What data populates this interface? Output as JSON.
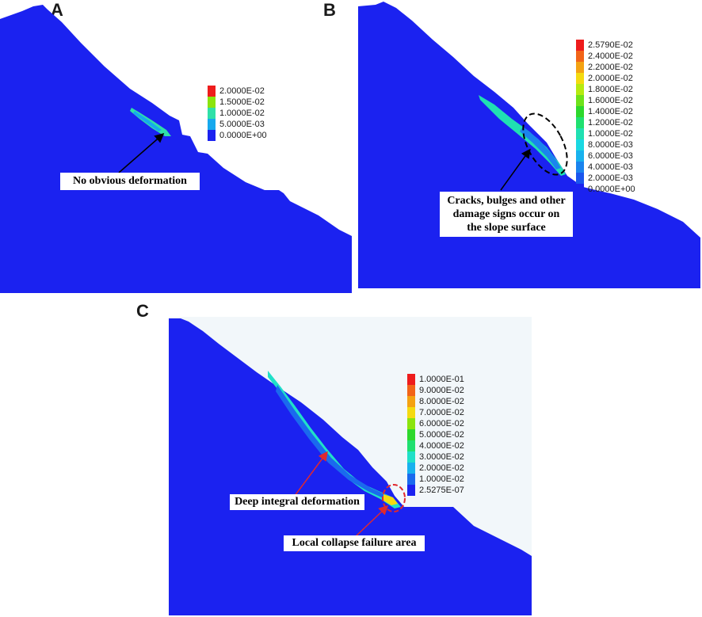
{
  "panels": {
    "A": {
      "letter": "A",
      "legend": [
        {
          "label": "2.0000E-02",
          "color": "#ee1c1c"
        },
        {
          "label": "1.5000E-02",
          "color": "#8be40c"
        },
        {
          "label": "1.0000E-02",
          "color": "#2fe0a8"
        },
        {
          "label": "5.0000E-03",
          "color": "#16a9ee"
        },
        {
          "label": "0.0000E+00",
          "color": "#1b22f0"
        }
      ],
      "callout": "No obvious deformation"
    },
    "B": {
      "letter": "B",
      "legend": [
        {
          "label": "2.5790E-02",
          "color": "#ee1c1c"
        },
        {
          "label": "2.4000E-02",
          "color": "#f26418"
        },
        {
          "label": "2.2000E-02",
          "color": "#f4a212"
        },
        {
          "label": "2.0000E-02",
          "color": "#f4da10"
        },
        {
          "label": "1.8000E-02",
          "color": "#b6ea10"
        },
        {
          "label": "1.6000E-02",
          "color": "#6ee21a"
        },
        {
          "label": "1.4000E-02",
          "color": "#2dd82c"
        },
        {
          "label": "1.2000E-02",
          "color": "#1fe070"
        },
        {
          "label": "1.0000E-02",
          "color": "#20e0b2"
        },
        {
          "label": "8.0000E-03",
          "color": "#1ad8e2"
        },
        {
          "label": "6.0000E-03",
          "color": "#18b2ee"
        },
        {
          "label": "4.0000E-03",
          "color": "#1a84ee"
        },
        {
          "label": "2.0000E-03",
          "color": "#1a56ee"
        },
        {
          "label": "0.0000E+00",
          "color": "#1b22f0"
        }
      ],
      "callout_lines": [
        "Cracks, bulges and other",
        "damage signs occur on",
        "the slope surface"
      ]
    },
    "C": {
      "letter": "C",
      "legend": [
        {
          "label": "1.0000E-01",
          "color": "#ee1c1c"
        },
        {
          "label": "9.0000E-02",
          "color": "#f26418"
        },
        {
          "label": "8.0000E-02",
          "color": "#f4a212"
        },
        {
          "label": "7.0000E-02",
          "color": "#f4da10"
        },
        {
          "label": "6.0000E-02",
          "color": "#8be40c"
        },
        {
          "label": "5.0000E-02",
          "color": "#2dd82c"
        },
        {
          "label": "4.0000E-02",
          "color": "#1fe070"
        },
        {
          "label": "3.0000E-02",
          "color": "#20e0c8"
        },
        {
          "label": "2.0000E-02",
          "color": "#18b2ee"
        },
        {
          "label": "1.0000E-02",
          "color": "#1a6aee"
        },
        {
          "label": "2.5275E-07",
          "color": "#1b22f0"
        }
      ],
      "callout_deep": "Deep integral deformation",
      "callout_local": "Local collapse failure area"
    }
  },
  "colors": {
    "slope": "#1b22f0",
    "background_c": "#f2f7fa",
    "arrow_a": "#000000",
    "arrow_c": "#e0282e",
    "ellipse_b": "#000000",
    "ellipse_c": "#e0282e"
  }
}
